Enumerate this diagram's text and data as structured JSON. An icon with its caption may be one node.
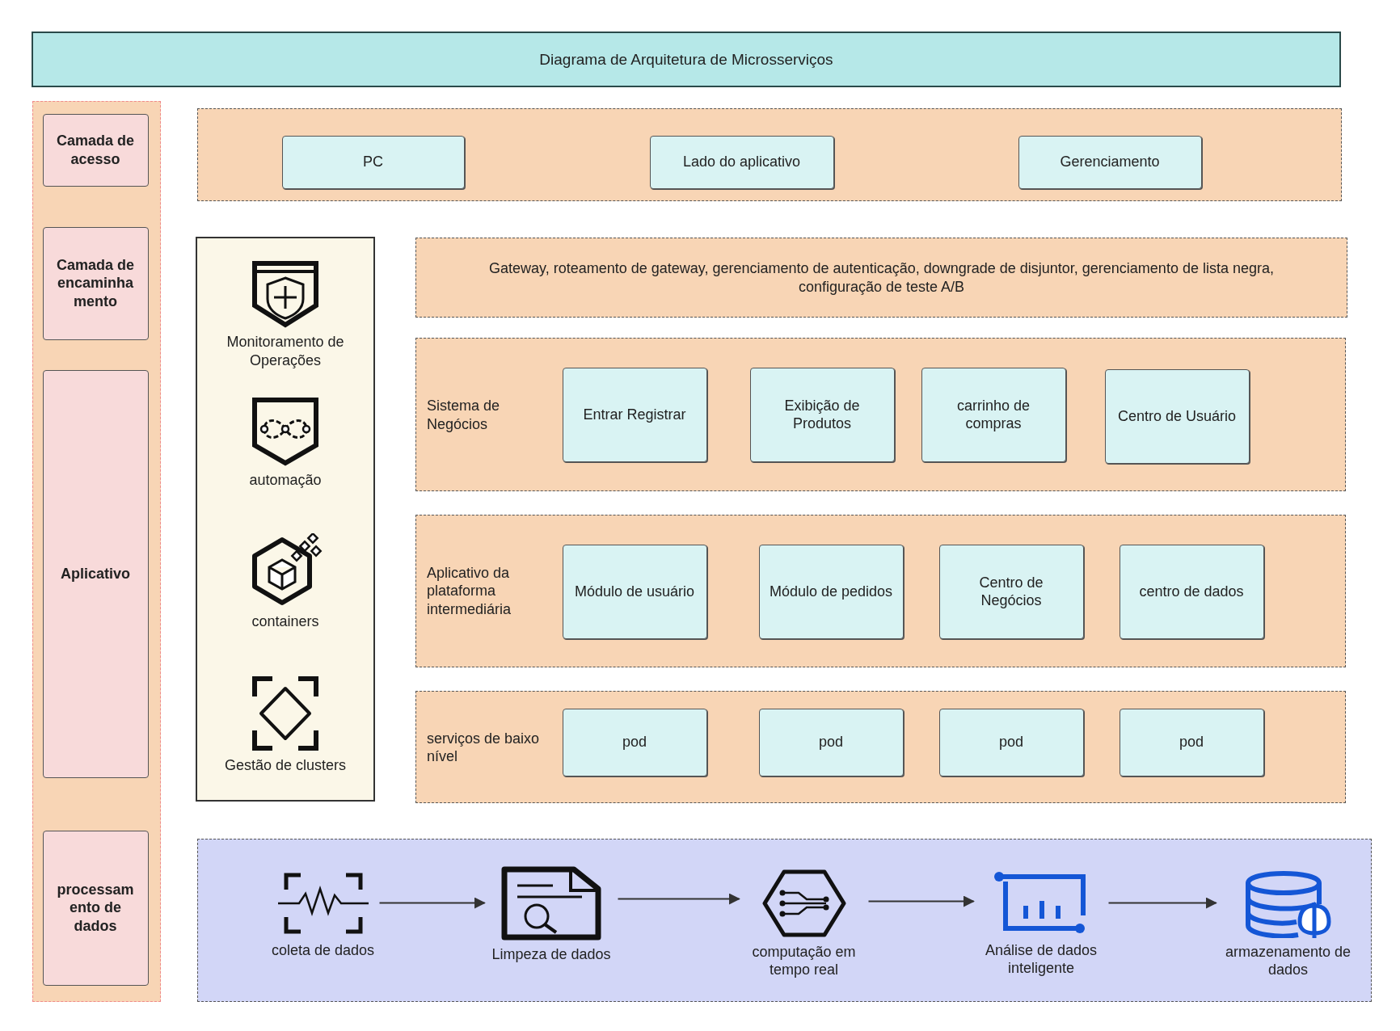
{
  "diagram": {
    "title": "Diagrama de Arquitetura de Microsserviços",
    "nodes": [
      {
        "text": [],
        "shape": "box"
      },
      {
        "text": [
          "Camada de acesso"
        ],
        "in": 0
      },
      {
        "text": [
          "Camada de encaminhamento"
        ],
        "in": 0
      },
      {
        "text": [
          "Aplicativo"
        ],
        "in": 0
      },
      {
        "text": [
          "processamento de dados"
        ],
        "in": 0
      },
      {
        "text": [],
        "shape": "box"
      },
      {
        "text": [
          "PC"
        ],
        "in": 5
      },
      {
        "text": [
          "Lado do aplicativo"
        ],
        "in": 5
      },
      {
        "text": [
          "Gerenciamento"
        ],
        "in": 5
      },
      {
        "text": [],
        "shape": "box"
      },
      {
        "text": [
          "Monitoramento de Operações"
        ],
        "in": 9
      },
      {
        "text": [
          "automação"
        ],
        "in": 9
      },
      {
        "text": [
          "containers"
        ],
        "in": 9
      },
      {
        "text": [
          "Gestão de clusters"
        ],
        "in": 9
      },
      {
        "text": [
          "Gateway, roteamento de gateway, gerenciamento de autenticação, downgrade de disjuntor, gerenciamento de lista negra, configuração de teste A/B"
        ]
      },
      {
        "text": [
          "Sistema de Negócios"
        ]
      },
      {
        "text": [
          "Entrar Registrar"
        ],
        "in": 15
      },
      {
        "text": [
          "Exibição de Produtos"
        ],
        "in": 15
      },
      {
        "text": [
          "carrinho de compras"
        ],
        "in": 15
      },
      {
        "text": [
          "Centro de Usuário"
        ],
        "in": 15
      },
      {
        "text": [
          "Aplicativo da plataforma intermediária"
        ]
      },
      {
        "text": [
          "Módulo de usuário"
        ],
        "in": 20
      },
      {
        "text": [
          "Módulo de pedidos"
        ],
        "in": 20
      },
      {
        "text": [
          "Centro de Negócios"
        ],
        "in": 20
      },
      {
        "text": [
          "centro de dados"
        ],
        "in": 20
      },
      {
        "text": [
          "serviços de baixo nível"
        ]
      },
      {
        "text": [
          "pod"
        ],
        "in": 25
      },
      {
        "text": [
          "pod"
        ],
        "in": 25
      },
      {
        "text": [
          "pod"
        ],
        "in": 25
      },
      {
        "text": [
          "pod"
        ],
        "in": 25
      },
      {
        "text": [],
        "shape": "box"
      },
      {
        "text": [
          "coleta de dados"
        ],
        "in": 30
      },
      {
        "text": [
          "Limpeza de dados"
        ],
        "in": 30
      },
      {
        "text": [
          "computação em tempo real"
        ],
        "in": 30
      },
      {
        "text": [
          "Análise de dados inteligente"
        ],
        "in": 30
      },
      {
        "text": [
          "armazenamento de dados"
        ],
        "in": 30
      }
    ],
    "edges": [
      {
        "from": 31,
        "to": 32,
        "arrow": "to"
      },
      {
        "from": 32,
        "to": 33,
        "arrow": "to"
      },
      {
        "from": 33,
        "to": 34,
        "arrow": "to"
      },
      {
        "from": 34,
        "to": 35,
        "arrow": "to"
      }
    ]
  }
}
